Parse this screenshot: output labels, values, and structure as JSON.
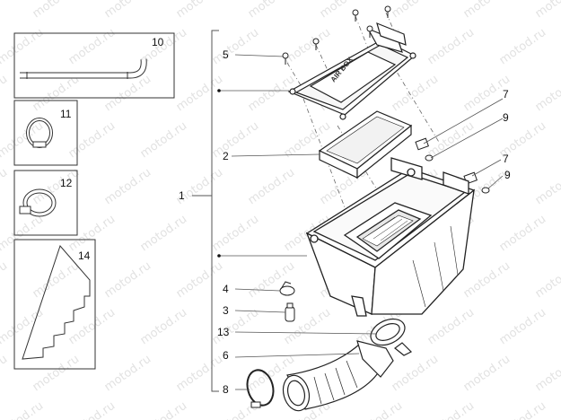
{
  "watermark": "motod.ru",
  "callouts": {
    "c1": "1",
    "c2": "2",
    "c3": "3",
    "c4": "4",
    "c5": "5",
    "c6": "6",
    "c7a": "7",
    "c7b": "7",
    "c8": "8",
    "c9a": "9",
    "c9b": "9",
    "c10": "10",
    "c11": "11",
    "c12": "12",
    "c13": "13",
    "c14": "14"
  },
  "cover_logo": "AIR BOX"
}
